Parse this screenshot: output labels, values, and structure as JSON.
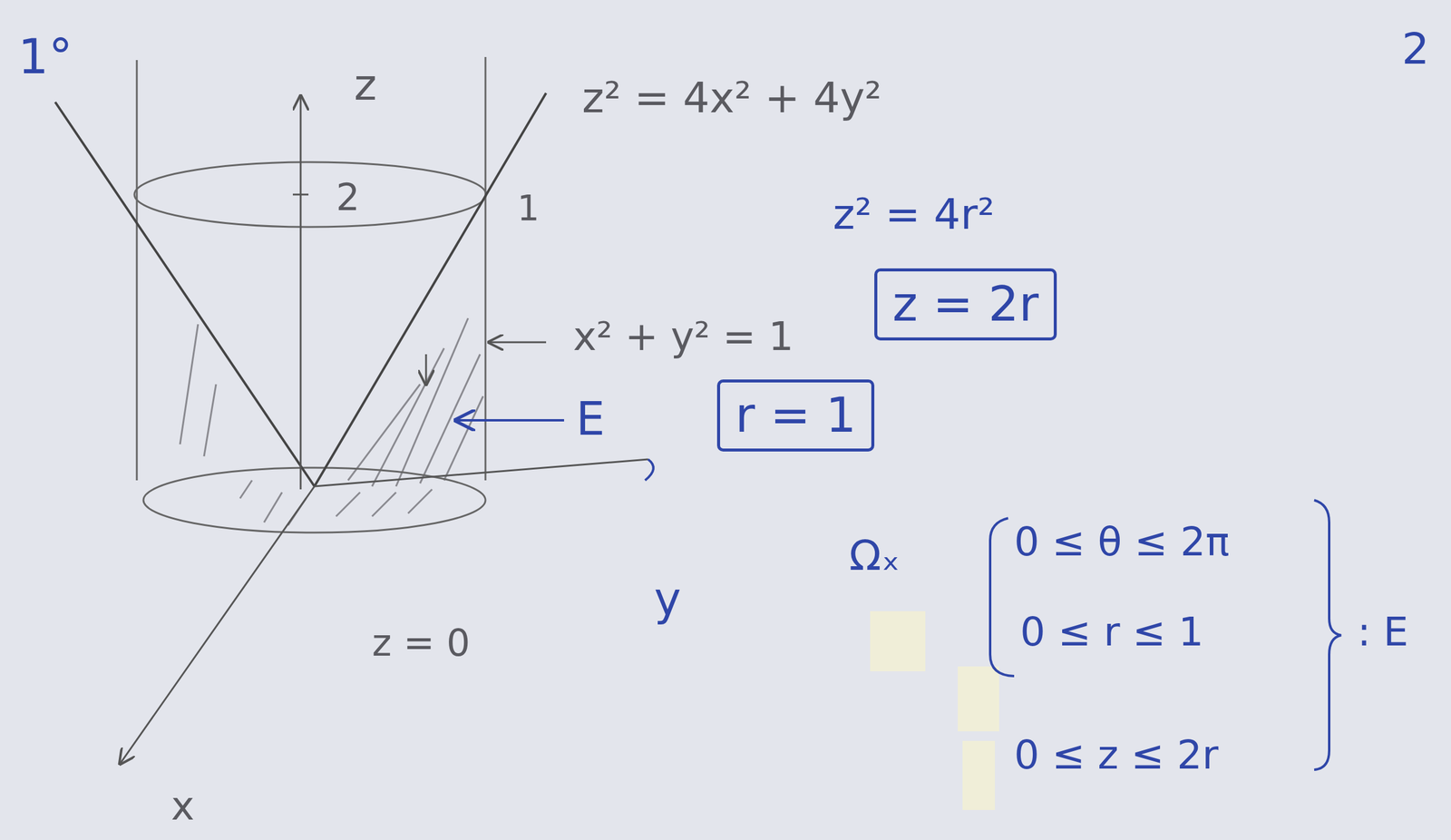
{
  "diagram": {
    "nodes": [
      {
        "text": [
          "z = 2r"
        ]
      },
      {
        "text": [
          "r = 1"
        ]
      }
    ],
    "labels": [
      "1°",
      "2",
      "z",
      "2",
      "1",
      "z² = 4x² + 4y²",
      "z² = 4r²",
      "x² + y² = 1",
      "E",
      "y",
      "x",
      "z = 0",
      "Ωₓ",
      "0 ≤ θ ≤ 2π",
      "0 ≤ r ≤ 1",
      "0 ≤ z ≤ 2r",
      ": E"
    ]
  }
}
